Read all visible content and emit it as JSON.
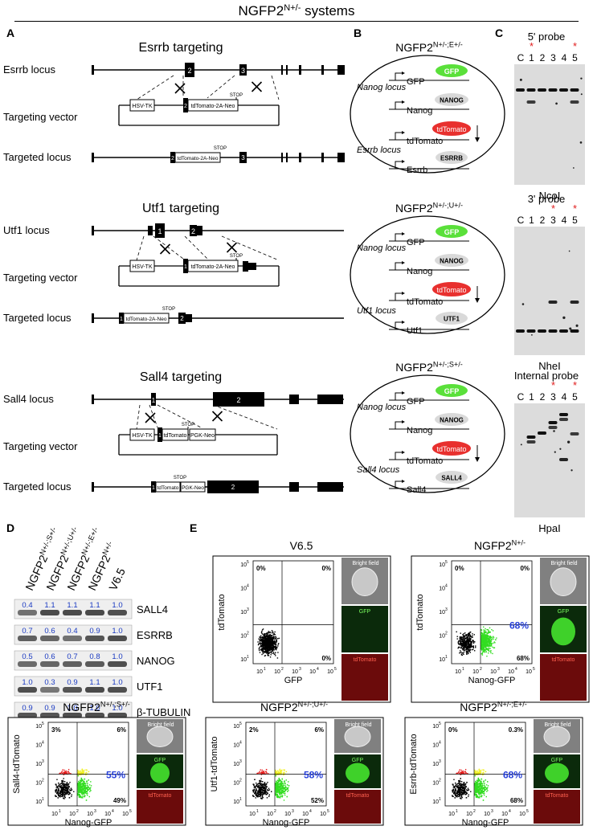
{
  "figure": {
    "title": "NGFP2",
    "title_sup": "N+/-",
    "title_suffix": " systems"
  },
  "panelA": {
    "label": "A",
    "sections": [
      {
        "heading": "Esrrb targeting",
        "locus_label": "Esrrb locus",
        "vector_label": "Targeting vector",
        "targeted_label": "Targeted locus",
        "exon_a": "2",
        "exon_b": "3",
        "hsv": "HSV-TK",
        "cassette": "tdTomato-2A-Neo",
        "stop": "STOP"
      },
      {
        "heading": "Utf1 targeting",
        "locus_label": "Utf1 locus",
        "vector_label": "Targeting vector",
        "targeted_label": "Targeted locus",
        "exon_a": "1",
        "exon_b": "2",
        "hsv": "HSV-TK",
        "cassette": "tdTomato-2A-Neo",
        "stop": "STOP"
      },
      {
        "heading": "Sall4 targeting",
        "locus_label": "Sall4 locus",
        "vector_label": "Targeting vector",
        "targeted_label": "Targeted locus",
        "exon_a": "1",
        "exon_b": "2",
        "hsv": "HSV-TK",
        "cassette": "tdTomato",
        "cassette2": "PGK-Neo",
        "stop": "STOP"
      }
    ]
  },
  "panelB": {
    "label": "B",
    "systems": [
      {
        "title": "NGFP2",
        "sup": "N+/-;E+/-",
        "gfp": "GFP",
        "gfp_gene": "GFP",
        "nanog_locus": "Nanog locus",
        "nanog_protein": "NANOG",
        "nanog_gene": "Nanog",
        "tdtomato": "tdTomato",
        "tdtomato_gene": "tdTomato",
        "locus": "Esrrb locus",
        "protein": "ESRRB",
        "gene": "Esrrb"
      },
      {
        "title": "NGFP2",
        "sup": "N+/-;U+/-",
        "gfp": "GFP",
        "gfp_gene": "GFP",
        "nanog_locus": "Nanog locus",
        "nanog_protein": "NANOG",
        "nanog_gene": "Nanog",
        "tdtomato": "tdTomato",
        "tdtomato_gene": "tdTomato",
        "locus": "Utf1 locus",
        "protein": "UTF1",
        "gene": "Utf1"
      },
      {
        "title": "NGFP2",
        "sup": "N+/-;S+/-",
        "gfp": "GFP",
        "gfp_gene": "GFP",
        "nanog_locus": "Nanog locus",
        "nanog_protein": "NANOG",
        "nanog_gene": "Nanog",
        "tdtomato": "tdTomato",
        "tdtomato_gene": "tdTomato",
        "locus": "Sall4 locus",
        "protein": "SALL4",
        "gene": "Sall4"
      }
    ]
  },
  "panelC": {
    "label": "C",
    "blots": [
      {
        "probe": "5' probe",
        "lanes": [
          "C",
          "1",
          "2",
          "3",
          "4",
          "5"
        ],
        "starred": [
          1,
          5
        ],
        "enzyme": "NcoI"
      },
      {
        "probe": "3' probe",
        "lanes": [
          "C",
          "1",
          "2",
          "3",
          "4",
          "5"
        ],
        "starred": [
          3,
          5
        ],
        "enzyme": "NheI"
      },
      {
        "probe": "Internal probe",
        "lanes": [
          "C",
          "1",
          "2",
          "3",
          "4",
          "5"
        ],
        "starred": [
          3,
          5
        ],
        "enzyme": "HpaI"
      }
    ],
    "star": "*"
  },
  "panelD": {
    "label": "D",
    "columns": [
      {
        "base": "NGFP2",
        "sup": "N+/-;S+/-"
      },
      {
        "base": "NGFP2",
        "sup": "N+/-;U+/-"
      },
      {
        "base": "NGFP2",
        "sup": "N+/-;E+/-"
      },
      {
        "base": "NGFP2",
        "sup": "N+/-"
      },
      {
        "base": "V6.5",
        "sup": ""
      }
    ],
    "rows": [
      {
        "protein": "SALL4",
        "values": [
          "0.4",
          "1.1",
          "1.1",
          "1.1",
          "1.0"
        ]
      },
      {
        "protein": "ESRRB",
        "values": [
          "0.7",
          "0.6",
          "0.4",
          "0.9",
          "1.0"
        ]
      },
      {
        "protein": "NANOG",
        "values": [
          "0.5",
          "0.6",
          "0.7",
          "0.8",
          "1.0"
        ]
      },
      {
        "protein": "UTF1",
        "values": [
          "1.0",
          "0.3",
          "0.9",
          "1.1",
          "1.0"
        ]
      },
      {
        "protein": "β-TUBULIN",
        "values": [
          "0.9",
          "0.9",
          "1.0",
          "1.0",
          "1.0"
        ]
      }
    ]
  },
  "panelE": {
    "label": "E",
    "thumb_labels": {
      "bright": "Bright field",
      "gfp": "GFP",
      "tdtomato": "tdTomato"
    },
    "ticks": [
      "10",
      "10",
      "10",
      "10",
      "10"
    ],
    "tick_exps": [
      "1",
      "2",
      "3",
      "4",
      "5"
    ],
    "plots": [
      {
        "title": "V6.5",
        "sup": "",
        "ylabel": "tdTomato",
        "xlabel": "GFP",
        "q_ul": "0%",
        "q_ur": "0%",
        "q_lr": "0%",
        "center": "",
        "colors": {
          "ul": "#000",
          "ur": "#000",
          "ll": "#000",
          "lr": "#000"
        }
      },
      {
        "title": "NGFP2",
        "sup": "N+/-",
        "ylabel": "tdTomato",
        "xlabel": "Nanog-GFP",
        "q_ul": "0%",
        "q_ur": "0%",
        "q_lr": "68%",
        "center": "68%",
        "colors": {
          "ul": "#000",
          "ur": "#000",
          "ll": "#000",
          "lr": "#33dd22"
        }
      },
      {
        "title": "NGFP2",
        "sup": "N+/-;S+/-",
        "ylabel": "Sall4-tdTomato",
        "xlabel": "Nanog-GFP",
        "q_ul": "3%",
        "q_ur": "6%",
        "q_lr": "49%",
        "center": "55%",
        "colors": {
          "ul": "#e61e1e",
          "ur": "#f0f01e",
          "ll": "#000",
          "lr": "#33dd22"
        }
      },
      {
        "title": "NGFP2",
        "sup": "N+/-;U+/-",
        "ylabel": "Utf1-tdTomato",
        "xlabel": "Nanog-GFP",
        "q_ul": "2%",
        "q_ur": "6%",
        "q_lr": "52%",
        "center": "58%",
        "colors": {
          "ul": "#e61e1e",
          "ur": "#f0f01e",
          "ll": "#000",
          "lr": "#33dd22"
        }
      },
      {
        "title": "NGFP2",
        "sup": "N+/-;E+/-",
        "ylabel": "Esrrb-tdTomato",
        "xlabel": "Nanog-GFP",
        "q_ul": "0%",
        "q_ur": "0.3%",
        "q_lr": "68%",
        "center": "68%",
        "colors": {
          "ul": "#e61e1e",
          "ur": "#f0f01e",
          "ll": "#000",
          "lr": "#33dd22"
        }
      }
    ]
  }
}
